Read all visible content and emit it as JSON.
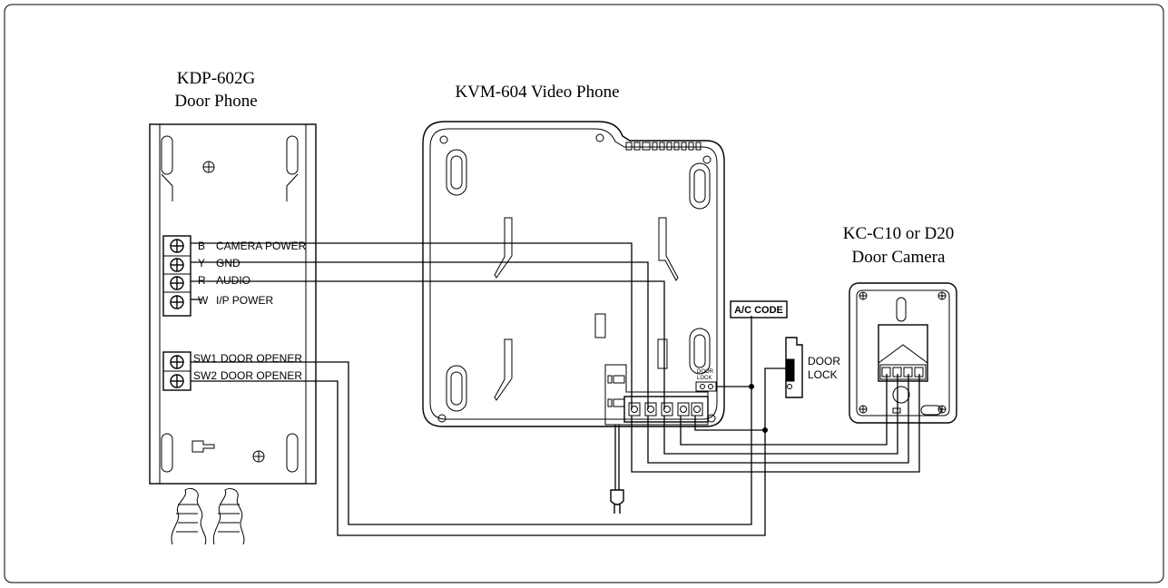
{
  "door_phone": {
    "title_line1": "KDP-602G",
    "title_line2": "Door Phone",
    "terminals": [
      {
        "code": "B",
        "label": "CAMERA POWER"
      },
      {
        "code": "Y",
        "label": "GND"
      },
      {
        "code": "R",
        "label": "AUDIO"
      },
      {
        "code": "W",
        "label": "I/P POWER"
      }
    ],
    "switches": [
      {
        "code": "SW1",
        "label": "DOOR OPENER"
      },
      {
        "code": "SW2",
        "label": "DOOR OPENER"
      }
    ]
  },
  "video_phone": {
    "title": "KVM-604 Video Phone",
    "door_lock_line1": "DOOR",
    "door_lock_line2": "LOCK"
  },
  "ac_code": {
    "label": "A/C CODE"
  },
  "door_lock": {
    "label_line1": "DOOR",
    "label_line2": "LOCK"
  },
  "camera": {
    "title_line1": "KC-C10 or D20",
    "title_line2": "Door  Camera"
  }
}
